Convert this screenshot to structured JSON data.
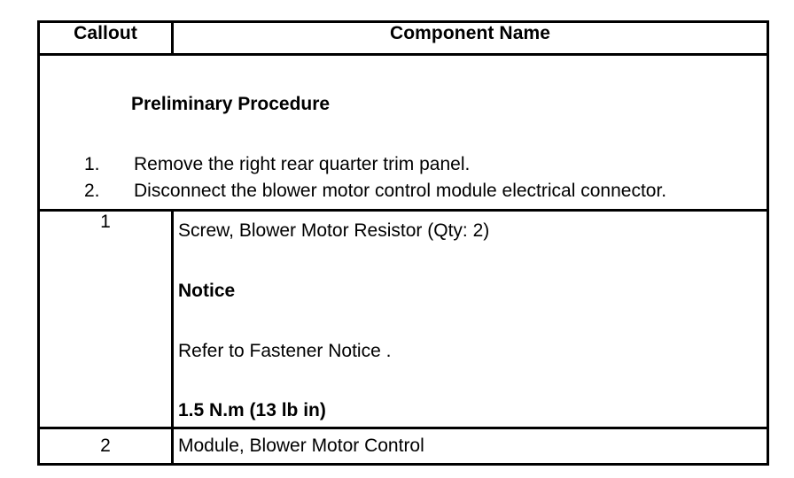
{
  "document": {
    "type": "service-procedure-table"
  },
  "table": {
    "headers": {
      "callout": "Callout",
      "component": "Component Name"
    },
    "preliminary": {
      "title": "Preliminary Procedure",
      "steps": [
        {
          "number": "1.",
          "text": "Remove the right rear quarter trim panel."
        },
        {
          "number": "2.",
          "text": "Disconnect the blower motor control module electrical connector."
        }
      ]
    },
    "rows": [
      {
        "callout": "1",
        "name": "Screw, Blower Motor Resistor (Qty: 2)",
        "notice_label": "Notice",
        "notice_text": "Refer to Fastener Notice .",
        "torque": "1.5 N.m (13 lb in)"
      },
      {
        "callout": "2",
        "name": "Module, Blower Motor Control"
      }
    ]
  },
  "colors": {
    "border": "#000000",
    "text": "#000000",
    "background": "#ffffff"
  }
}
